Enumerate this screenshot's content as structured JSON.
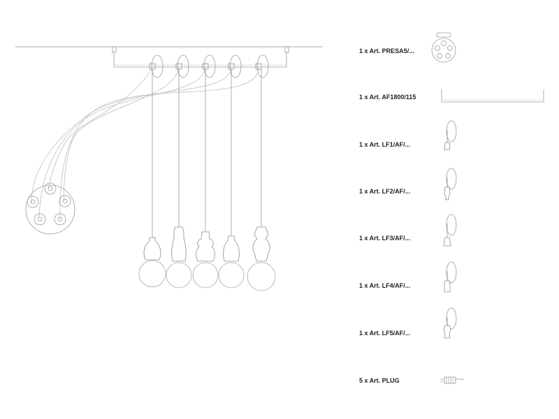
{
  "parts": [
    {
      "label": "1 x Art. PRESA5/...",
      "icon": "ceiling-rose-icon"
    },
    {
      "label": "1 x Art. AF1800/115",
      "icon": "rail-bar-icon"
    },
    {
      "label": "1 x Art. LF1/AF/...",
      "icon": "lamp-holder-lf1-icon"
    },
    {
      "label": "1 x Art. LF2/AF/...",
      "icon": "lamp-holder-lf2-icon"
    },
    {
      "label": "1 x Art. LF3/AF/...",
      "icon": "lamp-holder-lf3-icon"
    },
    {
      "label": "1 x Art. LF4/AF/...",
      "icon": "lamp-holder-lf4-icon"
    },
    {
      "label": "1 x Art. LF5/AF/...",
      "icon": "lamp-holder-lf5-icon"
    },
    {
      "label": "5 x Art. PLUG",
      "icon": "plug-icon"
    }
  ],
  "colors": {
    "line": "#8c8c8c",
    "wire": "#b4b4b4",
    "text": "#222222"
  }
}
